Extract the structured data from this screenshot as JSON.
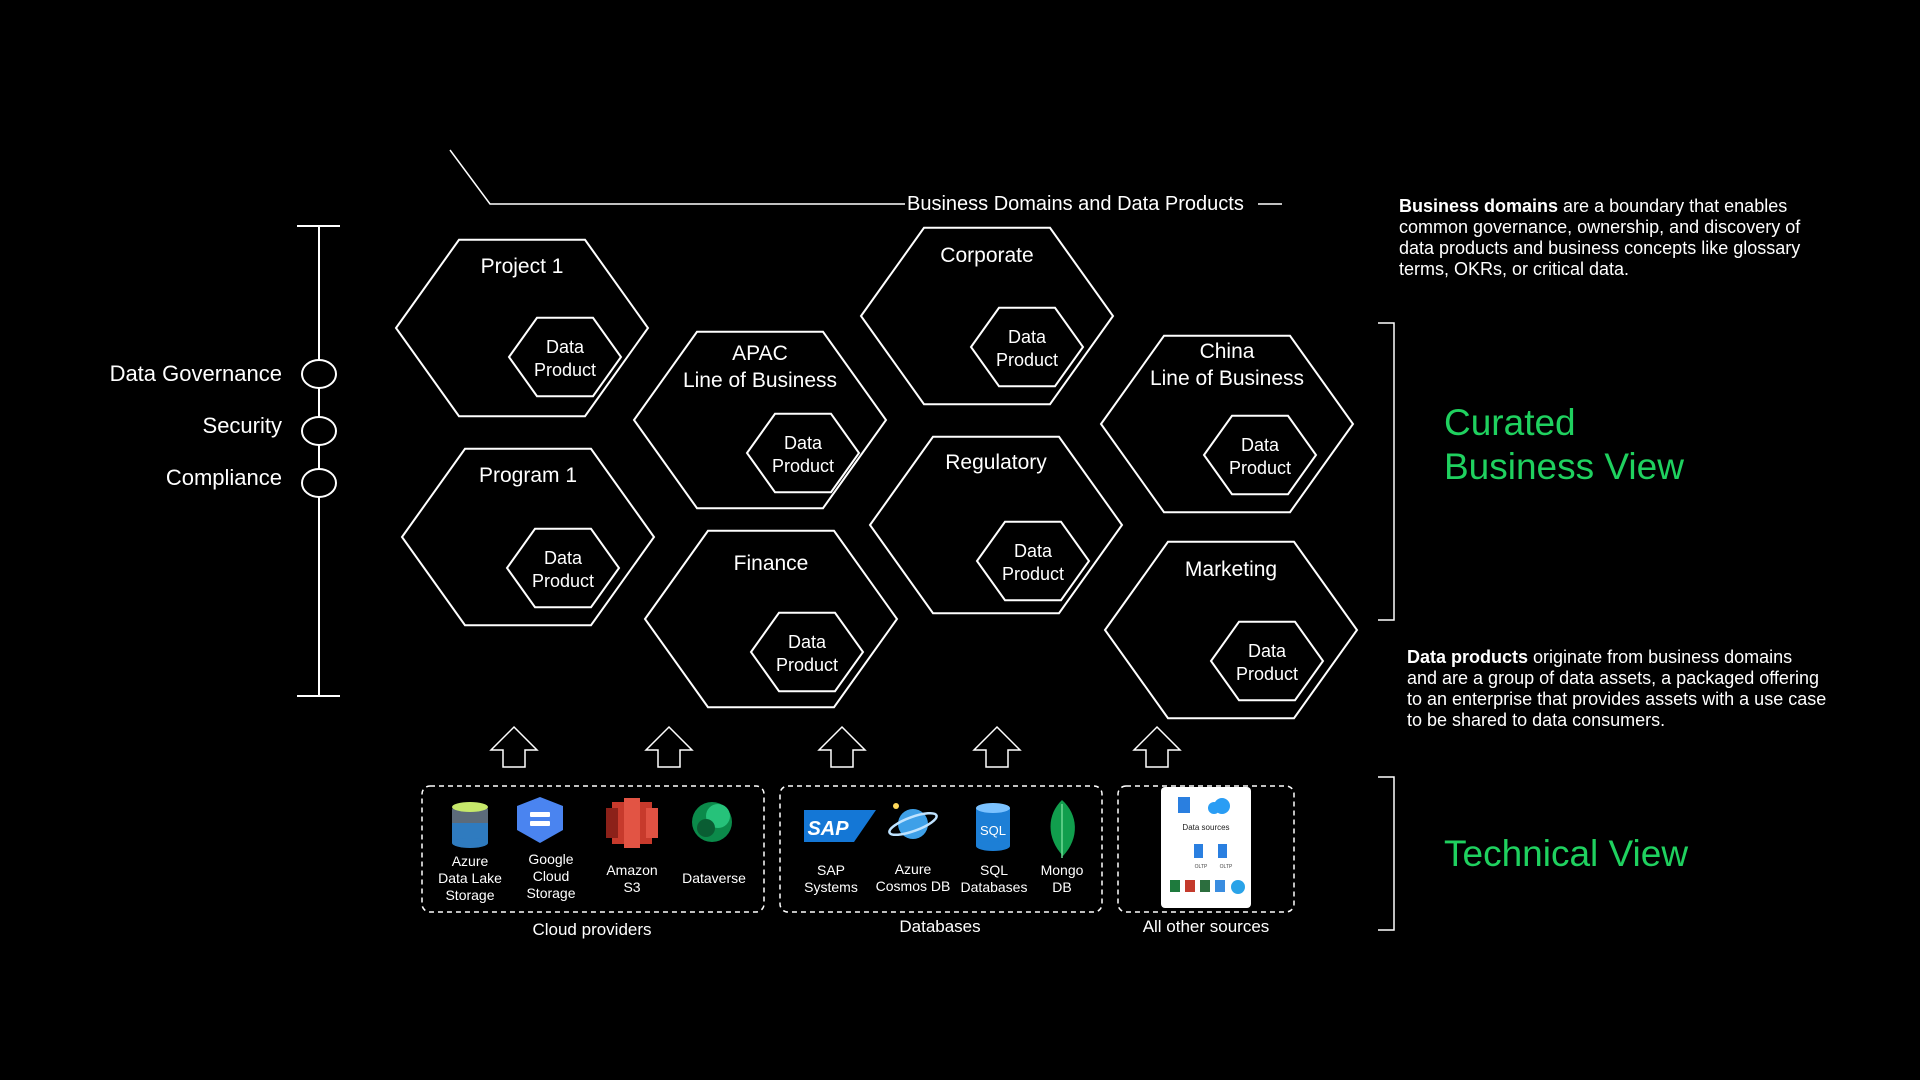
{
  "colors": {
    "background": "#000000",
    "line": "#ffffff",
    "accent_green": "#1fd15f"
  },
  "header": {
    "title": "Business Domains  and Data Products"
  },
  "governance": {
    "items": [
      "Data Governance",
      "Security",
      "Compliance"
    ]
  },
  "domains": [
    {
      "title_lines": [
        "Project 1"
      ],
      "product_lines": [
        "Data",
        "Product"
      ]
    },
    {
      "title_lines": [
        "Program 1"
      ],
      "product_lines": [
        "Data",
        "Product"
      ]
    },
    {
      "title_lines": [
        "APAC",
        "Line of Business"
      ],
      "product_lines": [
        "Data",
        "Product"
      ]
    },
    {
      "title_lines": [
        "Finance"
      ],
      "product_lines": [
        "Data",
        "Product"
      ]
    },
    {
      "title_lines": [
        "Corporate"
      ],
      "product_lines": [
        "Data",
        "Product"
      ]
    },
    {
      "title_lines": [
        "Regulatory"
      ],
      "product_lines": [
        "Data",
        "Product"
      ]
    },
    {
      "title_lines": [
        "China",
        "Line of Business"
      ],
      "product_lines": [
        "Data",
        "Product"
      ]
    },
    {
      "title_lines": [
        "Marketing"
      ],
      "product_lines": [
        "Data",
        "Product"
      ]
    }
  ],
  "descriptions": {
    "business_domains": {
      "bold": "Business domains",
      "rest": " are a boundary that enables common governance, ownership, and discovery of data products and business concepts like glossary terms, OKRs, or critical data."
    },
    "data_products": {
      "bold": "Data products",
      "rest": " originate from business domains and are a group of data assets, a packaged offering to an enterprise that provides assets with a use case to be shared to data consumers."
    }
  },
  "views": {
    "curated": [
      "Curated",
      "Business View"
    ],
    "technical": [
      "Technical View"
    ]
  },
  "source_groups": [
    {
      "label": "Cloud providers",
      "items": [
        {
          "icon": "azure-data-lake-storage-icon",
          "lines": [
            "Azure",
            "Data Lake",
            "Storage"
          ]
        },
        {
          "icon": "google-cloud-storage-icon",
          "lines": [
            "Google",
            "Cloud",
            "Storage"
          ]
        },
        {
          "icon": "amazon-s3-icon",
          "lines": [
            "Amazon",
            "S3"
          ]
        },
        {
          "icon": "dataverse-icon",
          "lines": [
            "Dataverse"
          ]
        }
      ]
    },
    {
      "label": "Databases",
      "items": [
        {
          "icon": "sap-icon",
          "lines": [
            "SAP",
            "Systems"
          ]
        },
        {
          "icon": "azure-cosmos-db-icon",
          "lines": [
            "Azure",
            "Cosmos DB"
          ]
        },
        {
          "icon": "sql-database-icon",
          "lines": [
            "SQL",
            "Databases"
          ]
        },
        {
          "icon": "mongodb-icon",
          "lines": [
            "Mongo",
            "DB"
          ]
        }
      ]
    },
    {
      "label": "All other sources",
      "card": {
        "title": "Data sources",
        "tags": [
          "OLTP",
          "OLTP"
        ]
      }
    }
  ],
  "icon_texts": {
    "sap": "SAP",
    "sql": "SQL"
  }
}
